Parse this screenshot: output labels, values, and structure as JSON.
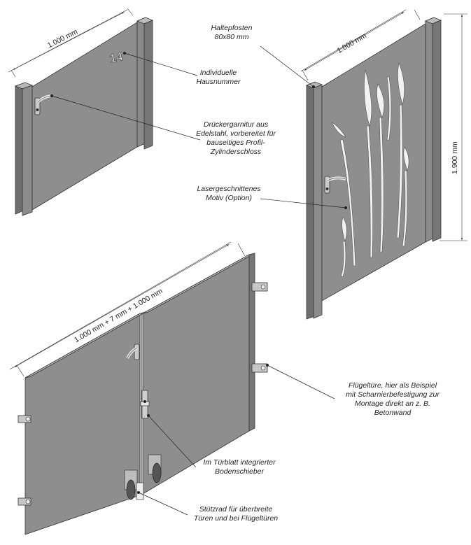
{
  "dimensions": {
    "gate1_width": "1.000 mm",
    "gate2_width": "1.000 mm",
    "gate2_height": "1.900 mm",
    "double_gate_width": "1.000 mm + 7 mm + 1.000 mm"
  },
  "house_number": "14",
  "callouts": {
    "haltepfosten": [
      "Haltepfosten",
      "80x80 mm"
    ],
    "hausnummer": [
      "Individuelle",
      "Hausnummer"
    ],
    "druecker": [
      "Drückergarnitur aus",
      "Edelstahl, vorbereitet für",
      "bauseitiges Profil-",
      "Zylinderschloss"
    ],
    "motiv": [
      "Lasergeschnittenes",
      "Motiv (Option)"
    ],
    "fluegel": [
      "Flügeltüre, hier als Beispiel",
      "mit Scharnierbefestigung zur",
      "Montage direkt an z. B.",
      "Betonwand"
    ],
    "bodenschieber": [
      "Im Türblatt integrierter",
      "Bodenschieber"
    ],
    "stuetzrad": [
      "Stützrad für überbreite",
      "Türen und bei Flügeltüren"
    ]
  },
  "colors": {
    "panel": "#8a8a8a",
    "panel_dark": "#777777",
    "edge": "#b5b5b5",
    "outline": "#333333"
  }
}
